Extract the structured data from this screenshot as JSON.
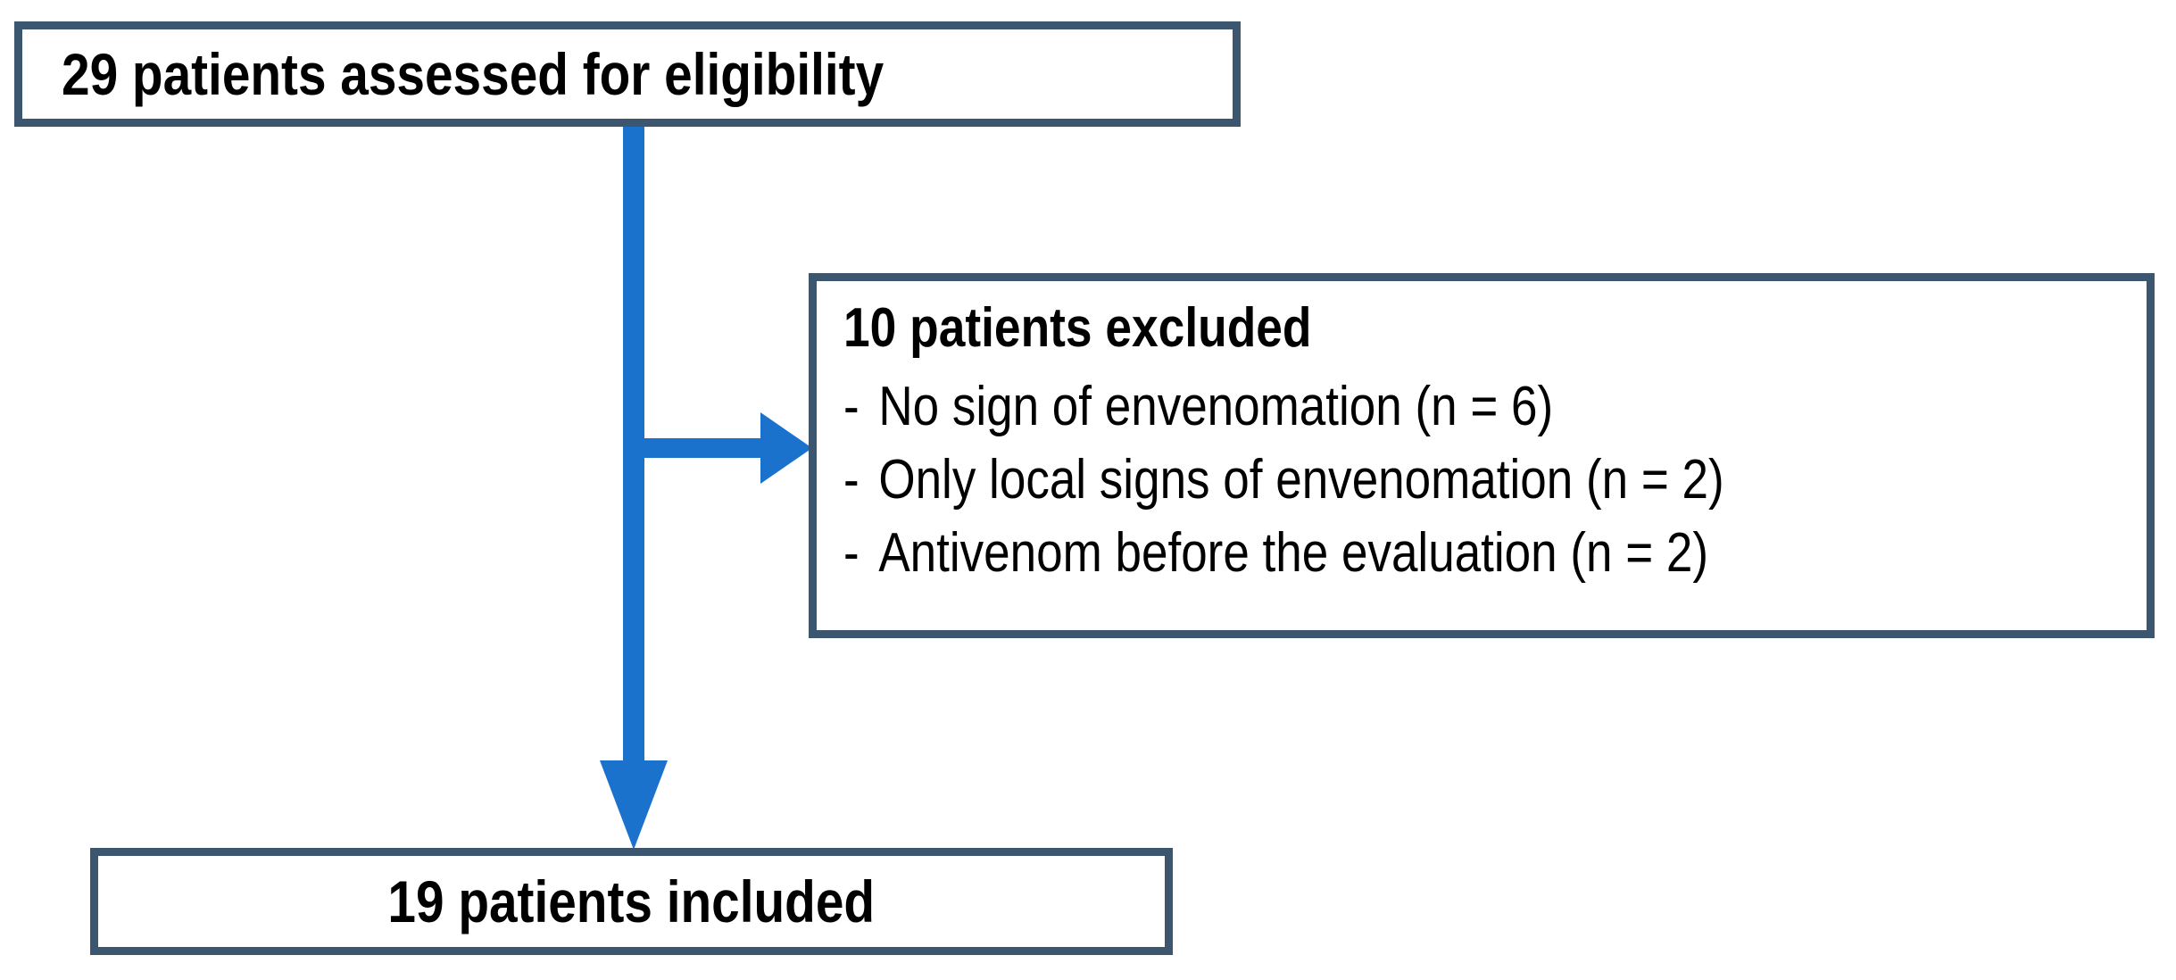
{
  "diagram": {
    "type": "patient-flow-diagram",
    "colors": {
      "box_border": "#3C5670",
      "arrow": "#1B72CC",
      "text": "#000000",
      "background": "#FFFFFF"
    },
    "nodes": {
      "assessed": {
        "label": "29 patients assessed for eligibility",
        "count": 29
      },
      "excluded": {
        "heading": "10 patients excluded",
        "count": 10,
        "reasons": [
          {
            "dash": "-",
            "text": "No sign of envenomation (n = 6)",
            "n": 6
          },
          {
            "dash": "-",
            "text": "Only local signs of envenomation (n = 2)",
            "n": 2
          },
          {
            "dash": "-",
            "text": "Antivenom before the evaluation (n = 2)",
            "n": 2
          }
        ]
      },
      "included": {
        "label": "19 patients included",
        "count": 19
      }
    },
    "connectors": {
      "assessed_to_included": "down-arrow",
      "assessed_to_excluded": "right-arrow"
    }
  }
}
